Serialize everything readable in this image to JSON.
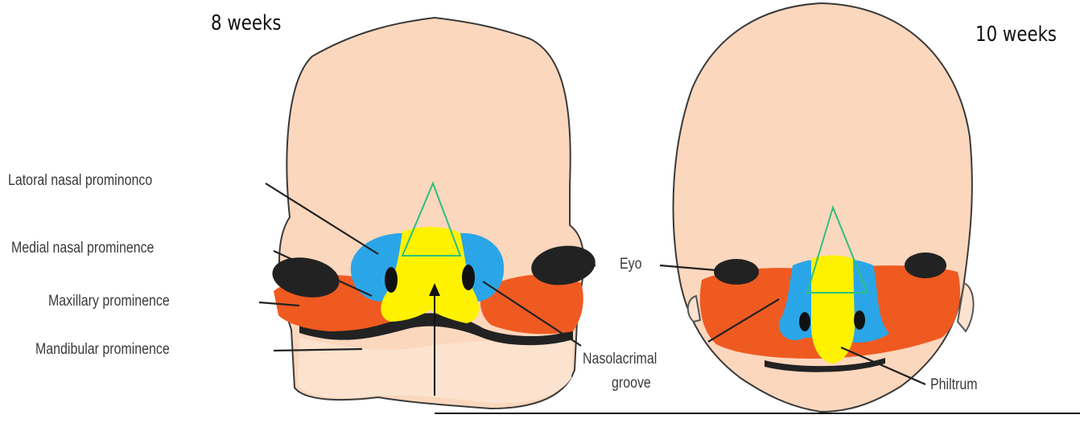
{
  "panels": [
    {
      "title": "8 weeks"
    },
    {
      "title": "10 weeks"
    }
  ],
  "labels": {
    "lateral_nasal": "Latoral nasal prominonco",
    "medial_nasal": "Medial nasal prominence",
    "maxillary": "Maxillary prominence",
    "mandibular": "Mandibular prominence",
    "eye": "Eyo",
    "nasolacrimal_line1": "Nasolacrimal",
    "nasolacrimal_line2": "groove",
    "philtrum": "Philtrum"
  },
  "colors": {
    "skin": "#fbd7bd",
    "lateral_nasal": "#2aa6e8",
    "medial_nasal": "#fff200",
    "maxillary": "#ef5a21",
    "dark": "#222222",
    "triangle": "#2dbf80"
  }
}
